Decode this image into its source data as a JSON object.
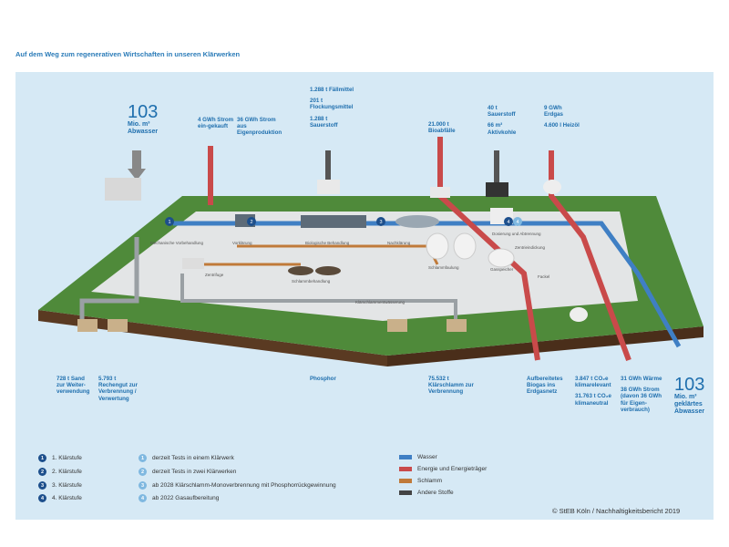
{
  "title": "Auf dem Weg zum regenerativen Wirtschaften in unseren Klärwerken",
  "inputs": {
    "abwasser": {
      "value": "103",
      "unit": "Mio. m³",
      "label": "Abwasser"
    },
    "strom_eingekauft": "4 GWh Strom ein-gekauft",
    "strom_eigen": "36 GWh Strom aus Eigenproduktion",
    "chemikalien": [
      "1.288 t Fällmittel",
      "201 t Flockungsmittel",
      "1.288 t Sauerstoff"
    ],
    "bioabfaelle": "21.000 t Bioabfälle",
    "sauerstoff_aktivkohle": [
      "40 t Sauerstoff",
      "66 m³ Aktivkohle"
    ],
    "erdgas_heizoel": [
      "9 GWh Erdgas",
      "4.600 l Heizöl"
    ]
  },
  "process_labels": {
    "mech": "Mechanische Vorbehandlung",
    "vorklaerung": "Vorklärung",
    "bio": "Biologische Behandlung",
    "nachklaerung": "Nachklärung",
    "zentrifuge": "Zentrifuge",
    "dosierung": "Dosierung und Abtrennung",
    "schlamm": "Schlammfaulung",
    "gasspeicher": "Gasspeicher",
    "fackel": "Fackel",
    "schlammbehandlung": "Schlammbehandlung",
    "eindickung": "Zentrieindickung",
    "klaerschlamm": "Klärschlammentwässerung",
    "step_numbers": [
      "1",
      "2",
      "3",
      "4",
      "4"
    ]
  },
  "outputs": {
    "sand": "728 t Sand zur Weiter-verwendung",
    "rechengut": "5.793 t Rechengut zur Verbrennung / Verwertung",
    "phosphor": "Phosphor",
    "klaerschlamm": "75.532 t Klärschlamm zur Verbrennung",
    "biogas": "Aufbereitetes Biogas ins Erdgasnetz",
    "co2": [
      "3.847 t CO₂e klimarelevant",
      "31.763 t CO₂e klimaneutral"
    ],
    "waerme_strom": [
      "31 GWh Wärme",
      "38 GWh Strom (davon 36 GWh für Eigen-verbrauch)"
    ],
    "abwasser_out": {
      "value": "103",
      "unit": "Mio. m³",
      "label1": "geklärtes",
      "label2": "Abwasser"
    }
  },
  "legend_stages": [
    {
      "num": "1",
      "label": "1. Klärstufe"
    },
    {
      "num": "2",
      "label": "2. Klärstufe"
    },
    {
      "num": "3",
      "label": "3. Klärstufe"
    },
    {
      "num": "4",
      "label": "4. Klärstufe"
    }
  ],
  "legend_tests": [
    {
      "num": "1",
      "label": "derzeit Tests in einem Klärwerk"
    },
    {
      "num": "2",
      "label": "derzeit Tests in zwei Klärwerken"
    },
    {
      "num": "3",
      "label": "ab 2028 Klärschlamm-Monoverbrennung mit Phosphorrückgewinnung"
    },
    {
      "num": "4",
      "label": "ab 2022 Gasaufbereitung"
    }
  ],
  "legend_flows": [
    {
      "label": "Wasser",
      "color": "#3f7fc4"
    },
    {
      "label": "Energie und Energieträger",
      "color": "#c94a4a"
    },
    {
      "label": "Schlamm",
      "color": "#c07a3a"
    },
    {
      "label": "Andere Stoffe",
      "color": "#444444"
    }
  ],
  "copyright": "© StEB  Köln / Nachhaltigkeitsbericht 2019"
}
